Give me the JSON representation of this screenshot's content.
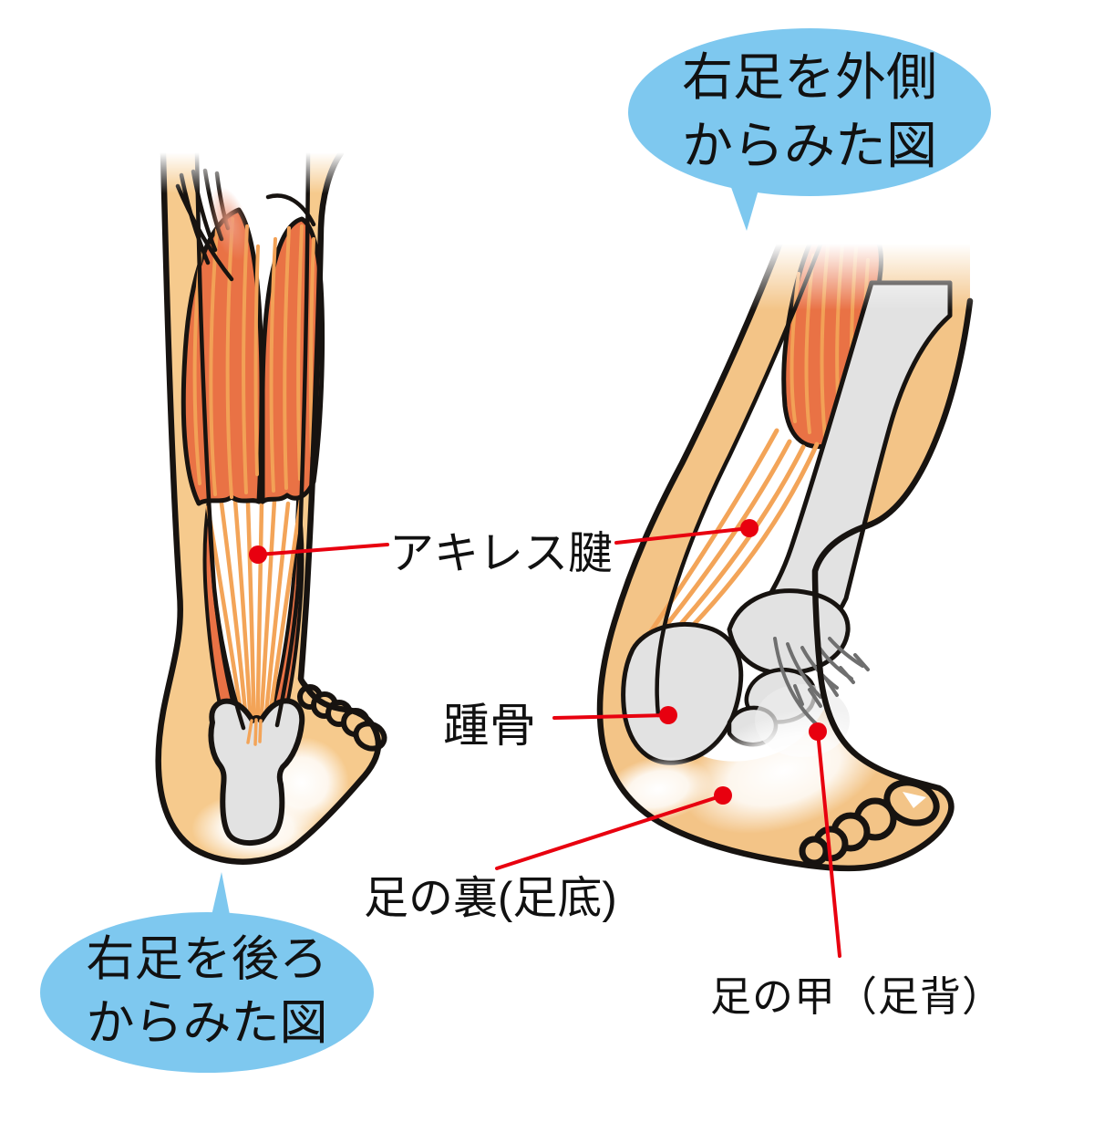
{
  "diagram": {
    "bubbles": {
      "side_view_caption": {
        "line1": "右足を外側",
        "line2": "からみた図"
      },
      "back_view_caption": {
        "line1": "右足を後ろ",
        "line2": "からみた図"
      }
    },
    "labels": {
      "achilles_tendon": "アキレス腱",
      "calcaneus": "踵骨",
      "sole": "足の裏(足底)",
      "instep": "足の甲（足背）"
    },
    "colors": {
      "bubble": "#7ec8ef",
      "skin": "#f6ca8d",
      "skin2": "#f3c487",
      "muscle": "#e97245",
      "muscle_stripe": "#f2a156",
      "tendon": "#f3a458",
      "bone": "#e2e2e2",
      "bone_line": "#6f6f6f",
      "marker_red": "#e8000f",
      "outline": "#171310",
      "text": "#111111"
    }
  }
}
